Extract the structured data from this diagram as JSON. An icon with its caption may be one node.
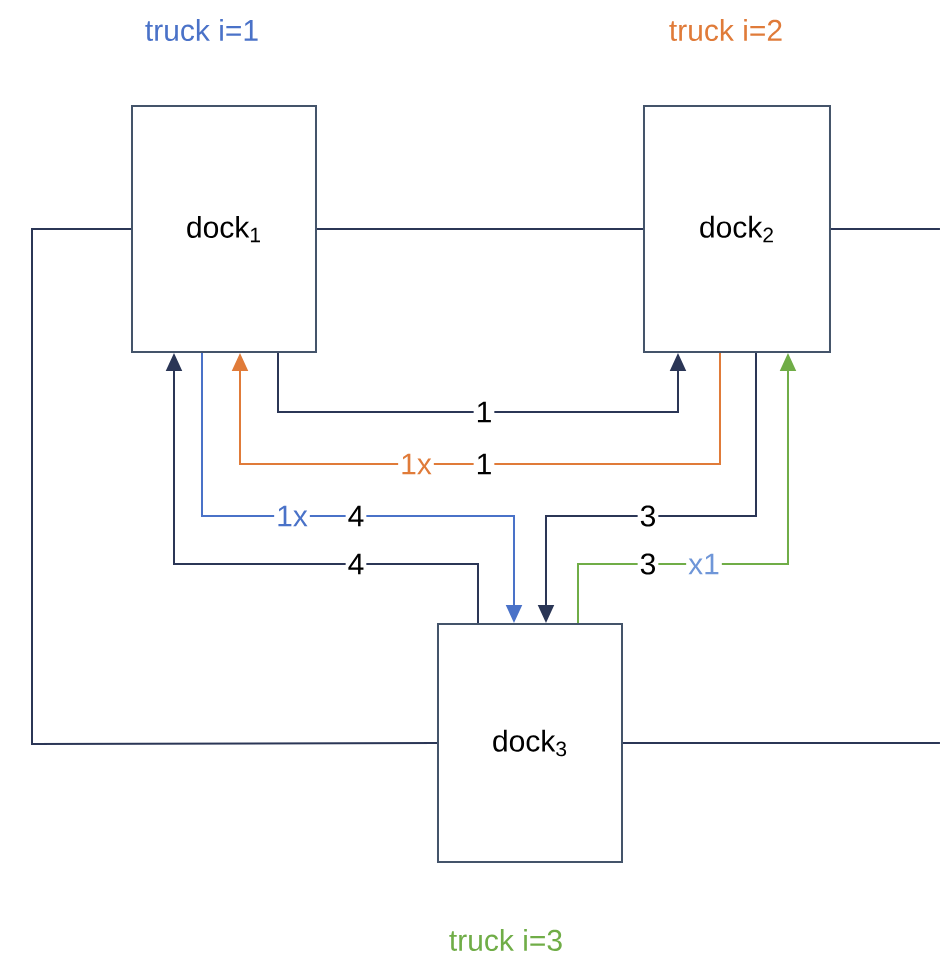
{
  "diagram": {
    "nodes": [
      {
        "text": [
          "dock$_{1}$"
        ],
        "beside": [
          "truck i=1"
        ]
      },
      {
        "text": [
          "dock$_{2}$"
        ],
        "beside": [
          "truck i=2"
        ]
      },
      {
        "text": [
          "dock$_{3}$"
        ],
        "beside": [
          "truck i=3"
        ]
      }
    ],
    "edges": [
      {
        "from": 0,
        "to": 1,
        "arrow": "none"
      },
      {
        "from": 0,
        "to": 2,
        "arrow": "none"
      },
      {
        "from": 1,
        "to": null,
        "arrow": "none"
      },
      {
        "from": 2,
        "to": null,
        "arrow": "none"
      },
      {
        "from": 0,
        "to": 1,
        "arrow": "to",
        "label": "1"
      },
      {
        "from": 1,
        "to": 0,
        "arrow": "to",
        "label": "1",
        "color": "#e07b39"
      },
      {
        "from": 0,
        "to": 2,
        "arrow": "to",
        "label": "4",
        "color": "#4a72c8"
      },
      {
        "from": 2,
        "to": 0,
        "arrow": "to",
        "label": "4"
      },
      {
        "from": 1,
        "to": 2,
        "arrow": "to",
        "label": "3"
      },
      {
        "from": 2,
        "to": 1,
        "arrow": "to",
        "label": "3",
        "color": "#70ad47"
      }
    ],
    "labels": [
      "1x",
      "1x",
      "x1"
    ]
  }
}
